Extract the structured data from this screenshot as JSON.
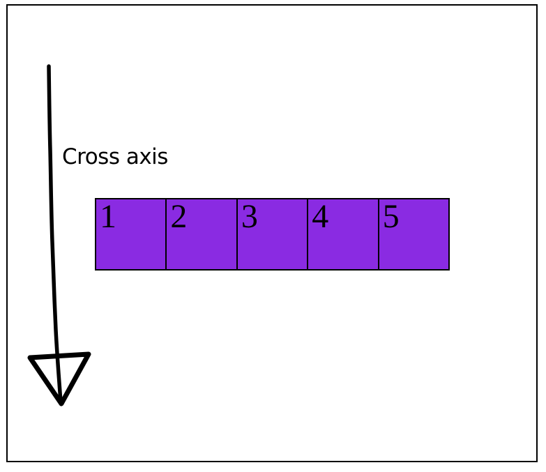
{
  "figure": {
    "axis_label": "Cross axis",
    "boxes": [
      "1",
      "2",
      "3",
      "4",
      "5"
    ],
    "colors": {
      "background": "#ffffff",
      "frame_border": "#000000",
      "arrow_ink": "#000000",
      "box_fill": "#8a2be2",
      "box_border": "#000000",
      "box_number_color": "#000000"
    }
  }
}
